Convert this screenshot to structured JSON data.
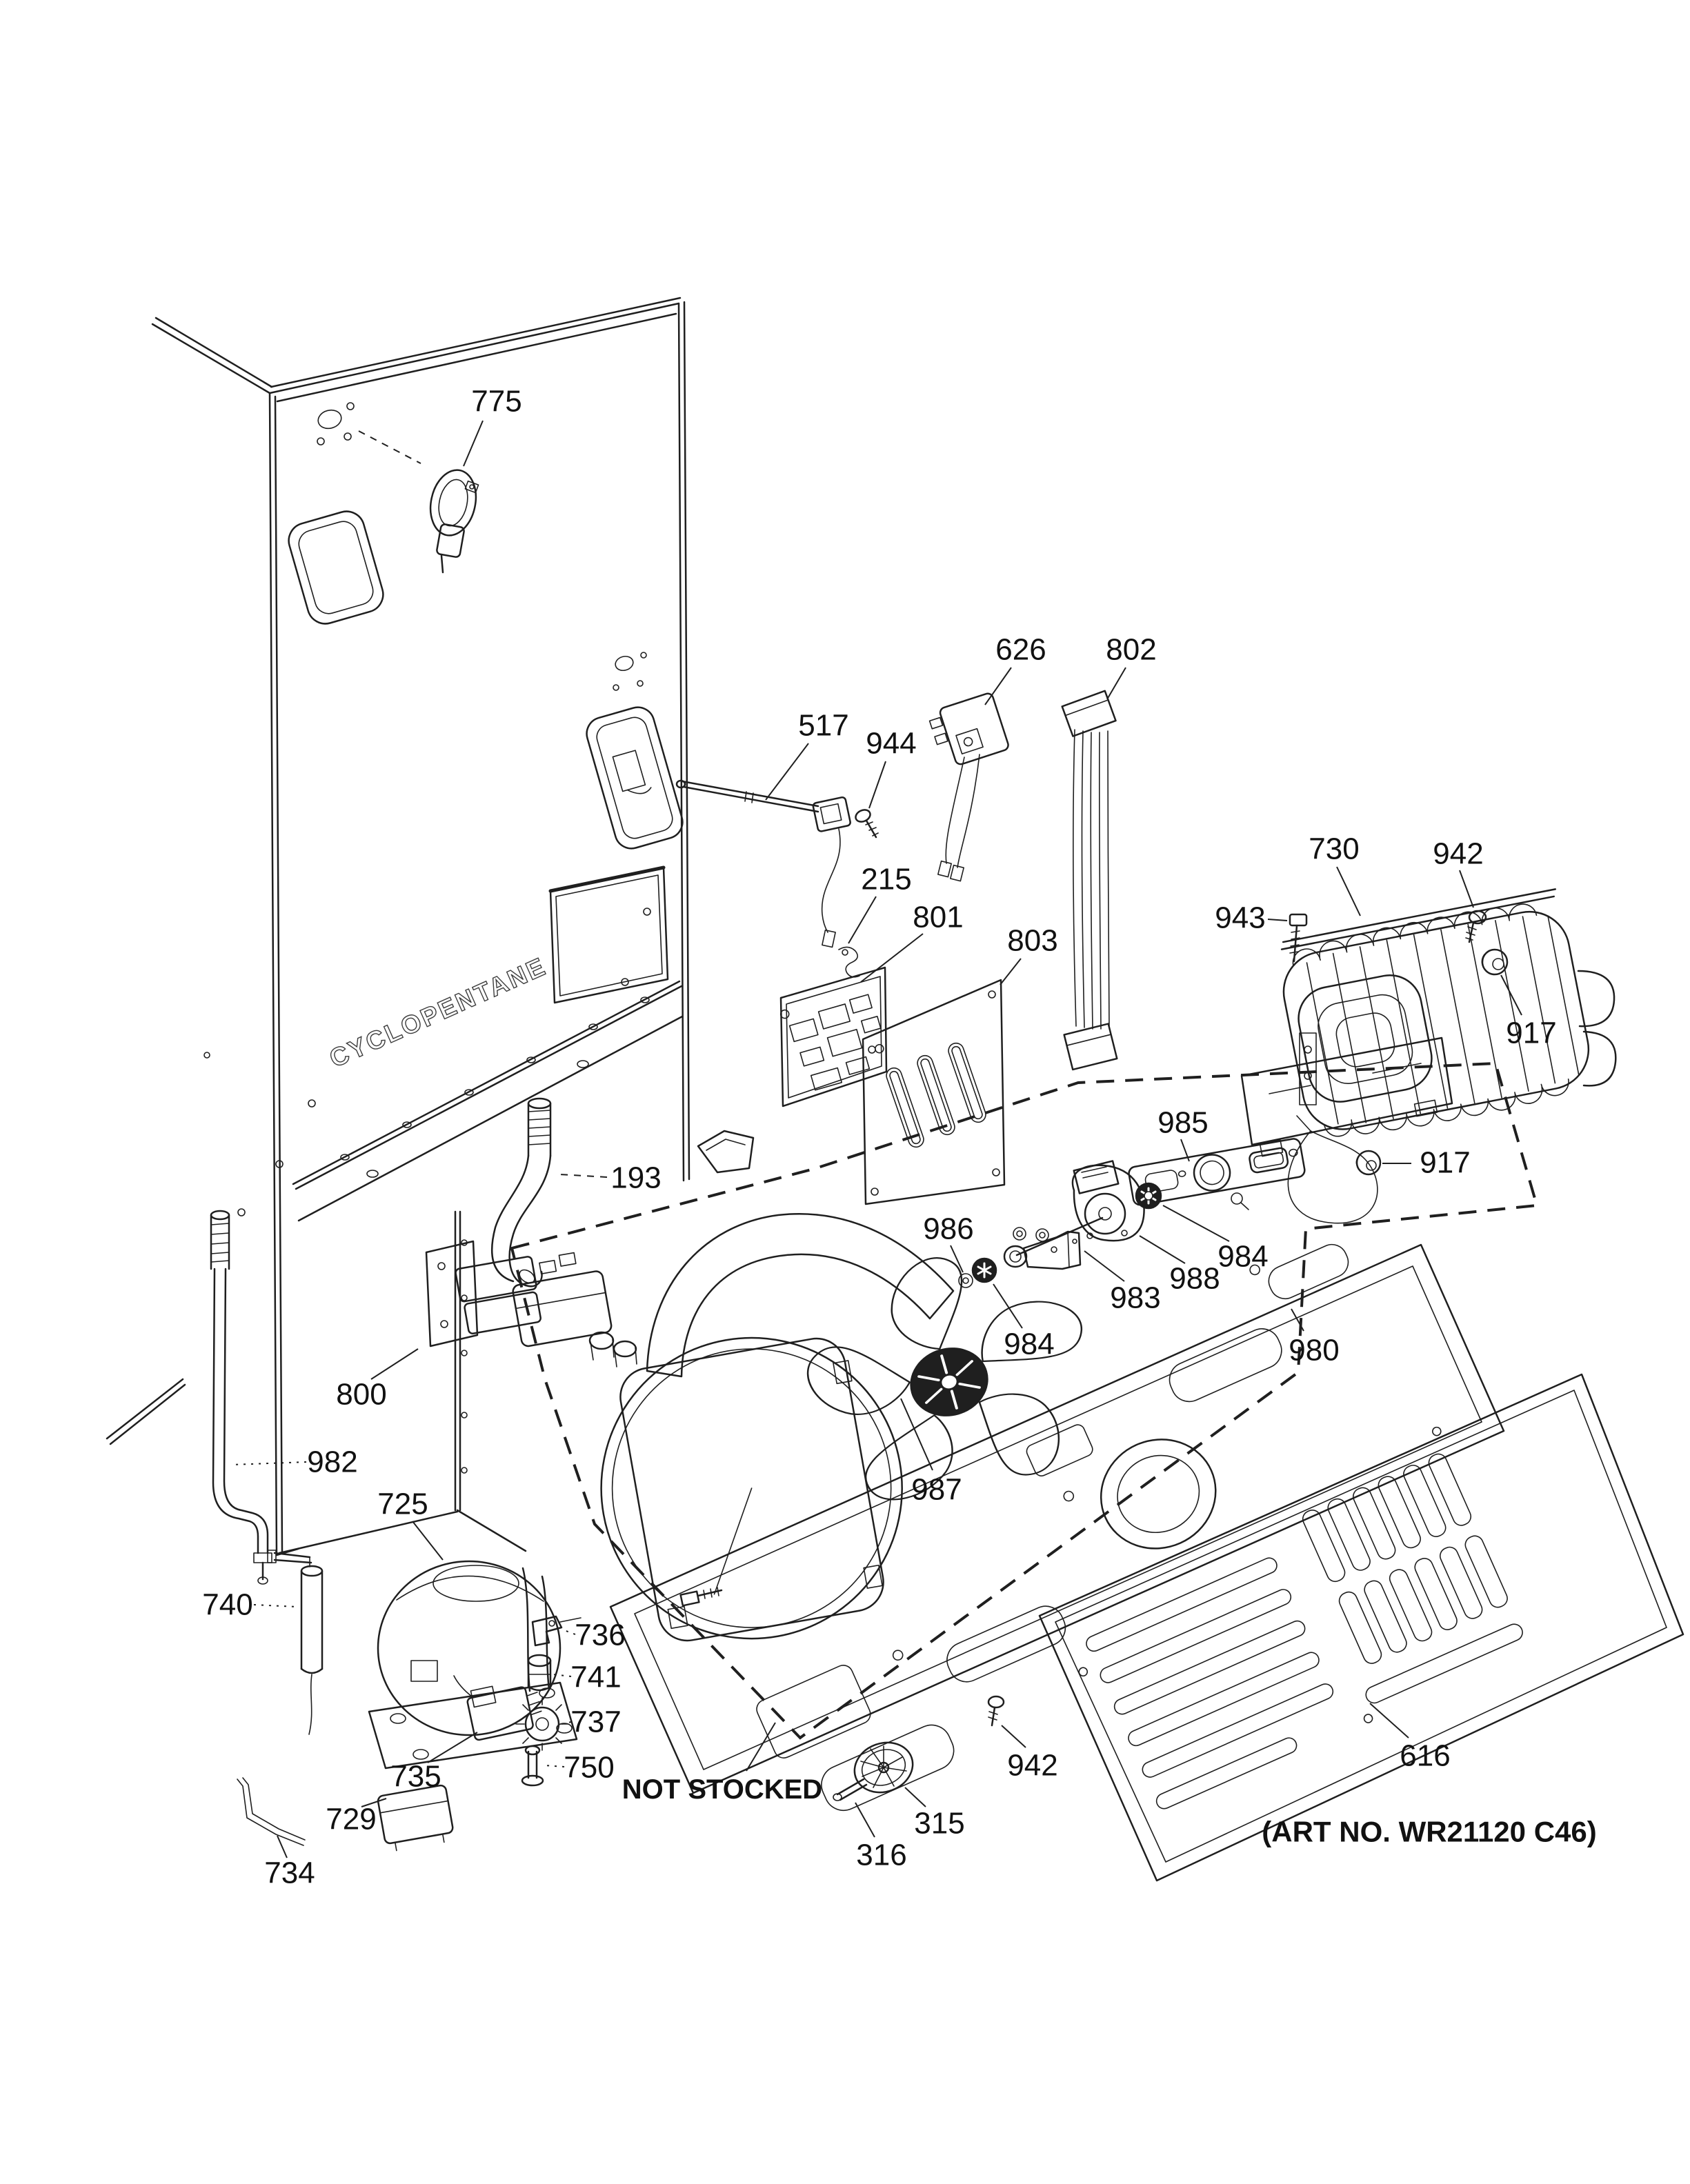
{
  "texts": {
    "art_no": "(ART NO. WR21120 C46)",
    "not_stocked": "NOT STOCKED",
    "cabinet_marking": "CYCLOPENTANE"
  },
  "callouts": [
    {
      "id": "775",
      "label": "775"
    },
    {
      "id": "626",
      "label": "626"
    },
    {
      "id": "802",
      "label": "802"
    },
    {
      "id": "517",
      "label": "517"
    },
    {
      "id": "944",
      "label": "944"
    },
    {
      "id": "215",
      "label": "215"
    },
    {
      "id": "801",
      "label": "801"
    },
    {
      "id": "803",
      "label": "803"
    },
    {
      "id": "730",
      "label": "730"
    },
    {
      "id": "942-top",
      "label": "942"
    },
    {
      "id": "943",
      "label": "943"
    },
    {
      "id": "917-upper",
      "label": "917"
    },
    {
      "id": "917-lower",
      "label": "917"
    },
    {
      "id": "985",
      "label": "985"
    },
    {
      "id": "986",
      "label": "986"
    },
    {
      "id": "984-upper",
      "label": "984"
    },
    {
      "id": "988",
      "label": "988"
    },
    {
      "id": "983",
      "label": "983"
    },
    {
      "id": "984-lower",
      "label": "984"
    },
    {
      "id": "980",
      "label": "980"
    },
    {
      "id": "987",
      "label": "987"
    },
    {
      "id": "193",
      "label": "193"
    },
    {
      "id": "800",
      "label": "800"
    },
    {
      "id": "982",
      "label": "982"
    },
    {
      "id": "725",
      "label": "725"
    },
    {
      "id": "740",
      "label": "740"
    },
    {
      "id": "736",
      "label": "736"
    },
    {
      "id": "741",
      "label": "741"
    },
    {
      "id": "737",
      "label": "737"
    },
    {
      "id": "750",
      "label": "750"
    },
    {
      "id": "735",
      "label": "735"
    },
    {
      "id": "729",
      "label": "729"
    },
    {
      "id": "734",
      "label": "734"
    },
    {
      "id": "316",
      "label": "316"
    },
    {
      "id": "315",
      "label": "315"
    },
    {
      "id": "942-bottom",
      "label": "942"
    },
    {
      "id": "616",
      "label": "616"
    }
  ]
}
